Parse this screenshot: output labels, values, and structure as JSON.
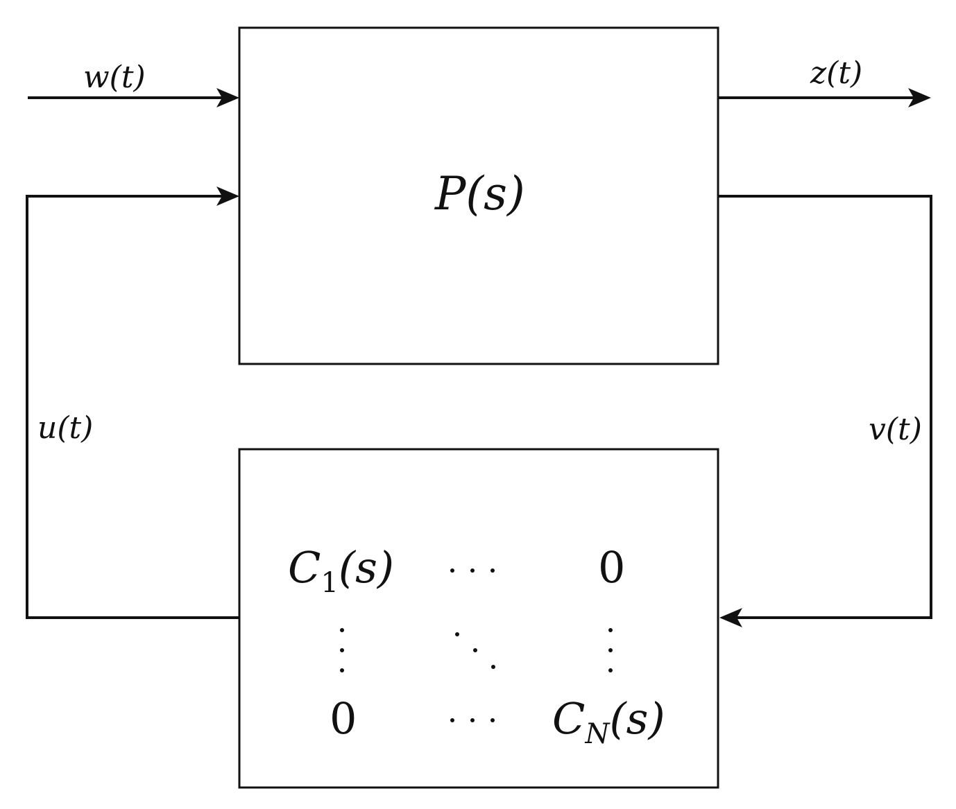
{
  "signals": {
    "w": "w(t)",
    "z": "z(t)",
    "u": "u(t)",
    "v": "v(t)"
  },
  "plant": {
    "label_main": "P",
    "label_arg": "(s)"
  },
  "controller": {
    "c1_main": "C",
    "c1_sub": "1",
    "c1_arg": "(s)",
    "cn_main": "C",
    "cn_sub": "N",
    "cn_arg": "(s)",
    "zero_top_right": "0",
    "zero_bottom_left": "0"
  },
  "colors": {
    "stroke": "#111111",
    "background": "#ffffff"
  }
}
